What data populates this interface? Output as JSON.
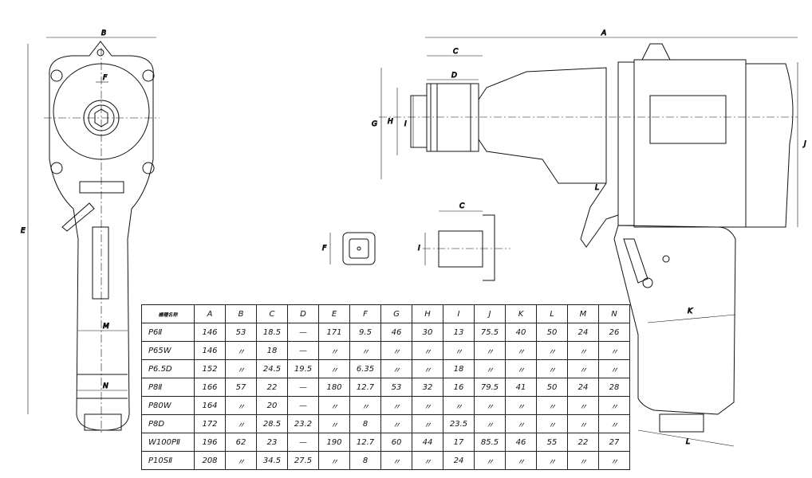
{
  "dimension_labels": {
    "front_B": "B",
    "front_F": "F",
    "front_E": "E",
    "front_M": "M",
    "front_N": "N",
    "side_A": "A",
    "side_C": "C",
    "side_D": "D",
    "side_G": "G",
    "side_H": "H",
    "side_I": "I",
    "side_J": "J",
    "side_K": "K",
    "side_L_bottom": "L",
    "side_L_body": "L",
    "socket_F": "F",
    "socket_C": "C",
    "socket_I": "I"
  },
  "table": {
    "headers": [
      "機種名称",
      "A",
      "B",
      "C",
      "D",
      "E",
      "F",
      "G",
      "H",
      "I",
      "J",
      "K",
      "L",
      "M",
      "N"
    ],
    "rows": [
      [
        "P6Ⅱ",
        "146",
        "53",
        "18.5",
        "—",
        "171",
        "9.5",
        "46",
        "30",
        "13",
        "75.5",
        "40",
        "50",
        "24",
        "26"
      ],
      [
        "P65W",
        "146",
        "〃",
        "18",
        "—",
        "〃",
        "〃",
        "〃",
        "〃",
        "〃",
        "〃",
        "〃",
        "〃",
        "〃",
        "〃"
      ],
      [
        "P6.5D",
        "152",
        "〃",
        "24.5",
        "19.5",
        "〃",
        "6.35",
        "〃",
        "〃",
        "18",
        "〃",
        "〃",
        "〃",
        "〃",
        "〃"
      ],
      [
        "P8Ⅱ",
        "166",
        "57",
        "22",
        "—",
        "180",
        "12.7",
        "53",
        "32",
        "16",
        "79.5",
        "41",
        "50",
        "24",
        "28"
      ],
      [
        "P80W",
        "164",
        "〃",
        "20",
        "—",
        "〃",
        "〃",
        "〃",
        "〃",
        "〃",
        "〃",
        "〃",
        "〃",
        "〃",
        "〃"
      ],
      [
        "P8D",
        "172",
        "〃",
        "28.5",
        "23.2",
        "〃",
        "8",
        "〃",
        "〃",
        "23.5",
        "〃",
        "〃",
        "〃",
        "〃",
        "〃"
      ],
      [
        "W100PⅡ",
        "196",
        "62",
        "23",
        "—",
        "190",
        "12.7",
        "60",
        "44",
        "17",
        "85.5",
        "46",
        "55",
        "22",
        "27"
      ],
      [
        "P10SⅡ",
        "208",
        "〃",
        "34.5",
        "27.5",
        "〃",
        "8",
        "〃",
        "〃",
        "24",
        "〃",
        "〃",
        "〃",
        "〃",
        "〃"
      ]
    ]
  }
}
